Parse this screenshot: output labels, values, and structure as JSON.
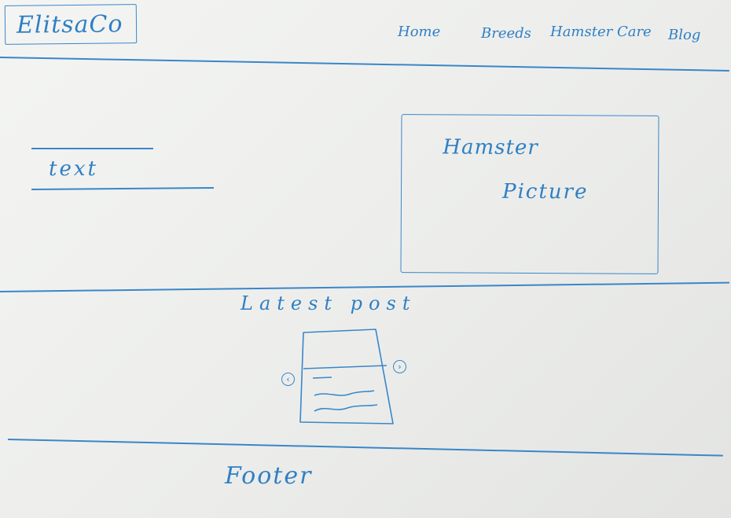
{
  "header": {
    "logo": "ElitsaCo",
    "nav": [
      "Home",
      "Breeds",
      "Hamster Care",
      "Blog"
    ]
  },
  "hero": {
    "text_label": "text",
    "picture_line1": "Hamster",
    "picture_line2": "Picture"
  },
  "latest": {
    "title": "Latest post",
    "prev_icon": "chevron-left-icon",
    "next_icon": "chevron-right-icon"
  },
  "footer": {
    "label": "Footer"
  },
  "colors": {
    "ink": "#2f7fc4",
    "paper": "#f0f1ef"
  }
}
